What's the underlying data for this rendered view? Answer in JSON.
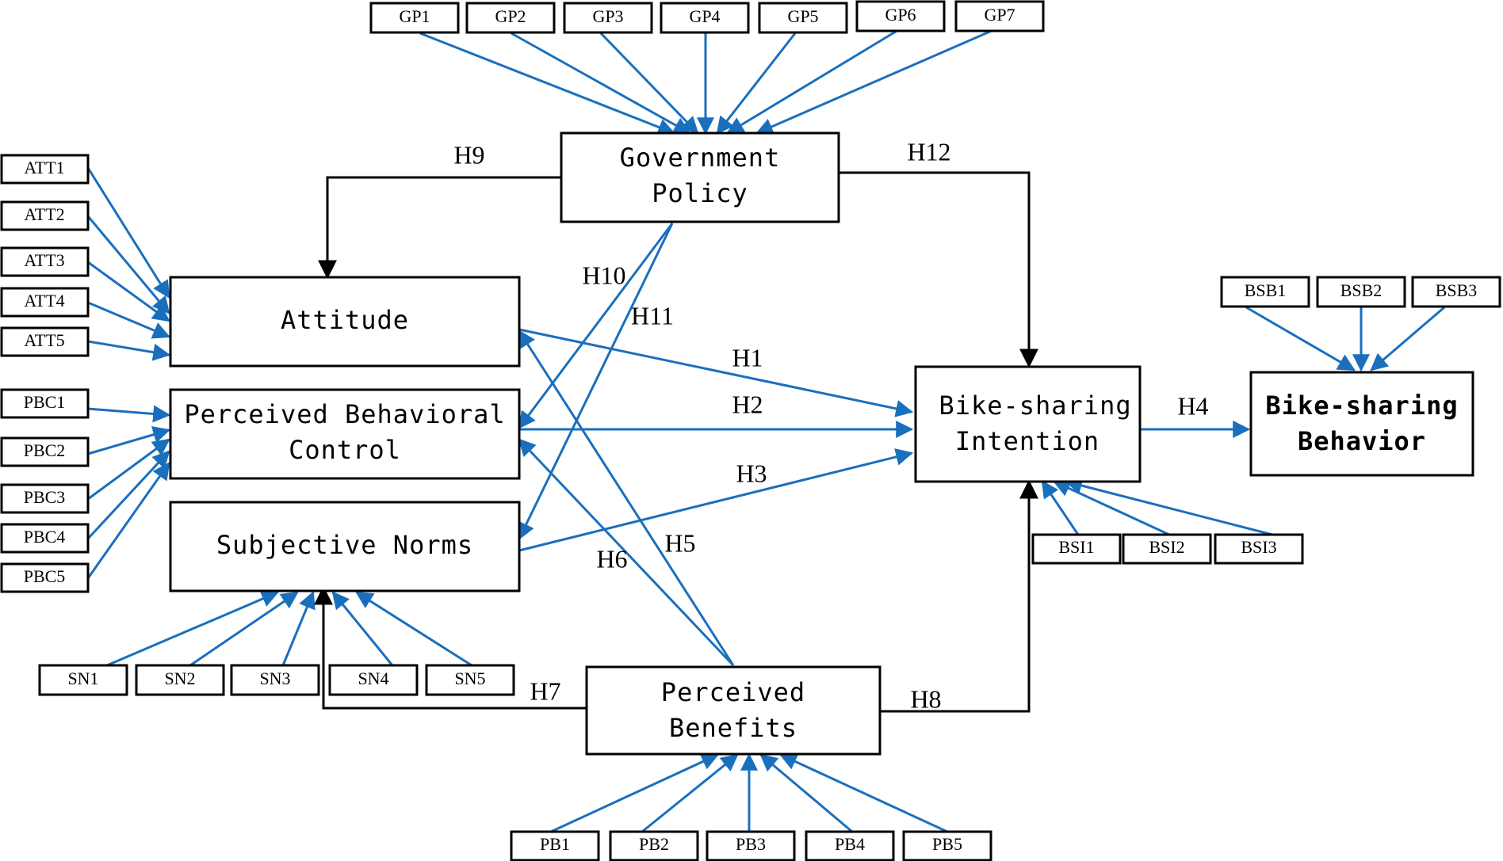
{
  "colors": {
    "indicator_arrow": "#1a6fbd",
    "hypothesis_arrow": "#000000",
    "box_stroke": "#000000"
  },
  "constructs": {
    "gp": [
      "Government",
      "Policy"
    ],
    "att": [
      "Attitude"
    ],
    "pbc": [
      "Perceived Behavioral",
      "Control"
    ],
    "sn": [
      "Subjective Norms"
    ],
    "bsi": [
      "Bike-sharing",
      "Intention"
    ],
    "bsb": [
      "Bike-sharing",
      "Behavior"
    ],
    "pb": [
      "Perceived",
      "Benefits"
    ]
  },
  "indicators": {
    "gp": [
      "GP1",
      "GP2",
      "GP3",
      "GP4",
      "GP5",
      "GP6",
      "GP7"
    ],
    "att": [
      "ATT1",
      "ATT2",
      "ATT3",
      "ATT4",
      "ATT5"
    ],
    "pbc": [
      "PBC1",
      "PBC2",
      "PBC3",
      "PBC4",
      "PBC5"
    ],
    "sn": [
      "SN1",
      "SN2",
      "SN3",
      "SN4",
      "SN5"
    ],
    "pb": [
      "PB1",
      "PB2",
      "PB3",
      "PB4",
      "PB5"
    ],
    "bsb": [
      "BSB1",
      "BSB2",
      "BSB3"
    ],
    "bsi": [
      "BSI1",
      "BSI2",
      "BSI3"
    ]
  },
  "hypotheses": {
    "h1": "H1",
    "h2": "H2",
    "h3": "H3",
    "h4": "H4",
    "h5": "H5",
    "h6": "H6",
    "h7": "H7",
    "h8": "H8",
    "h9": "H9",
    "h10": "H10",
    "h11": "H11",
    "h12": "H12"
  }
}
